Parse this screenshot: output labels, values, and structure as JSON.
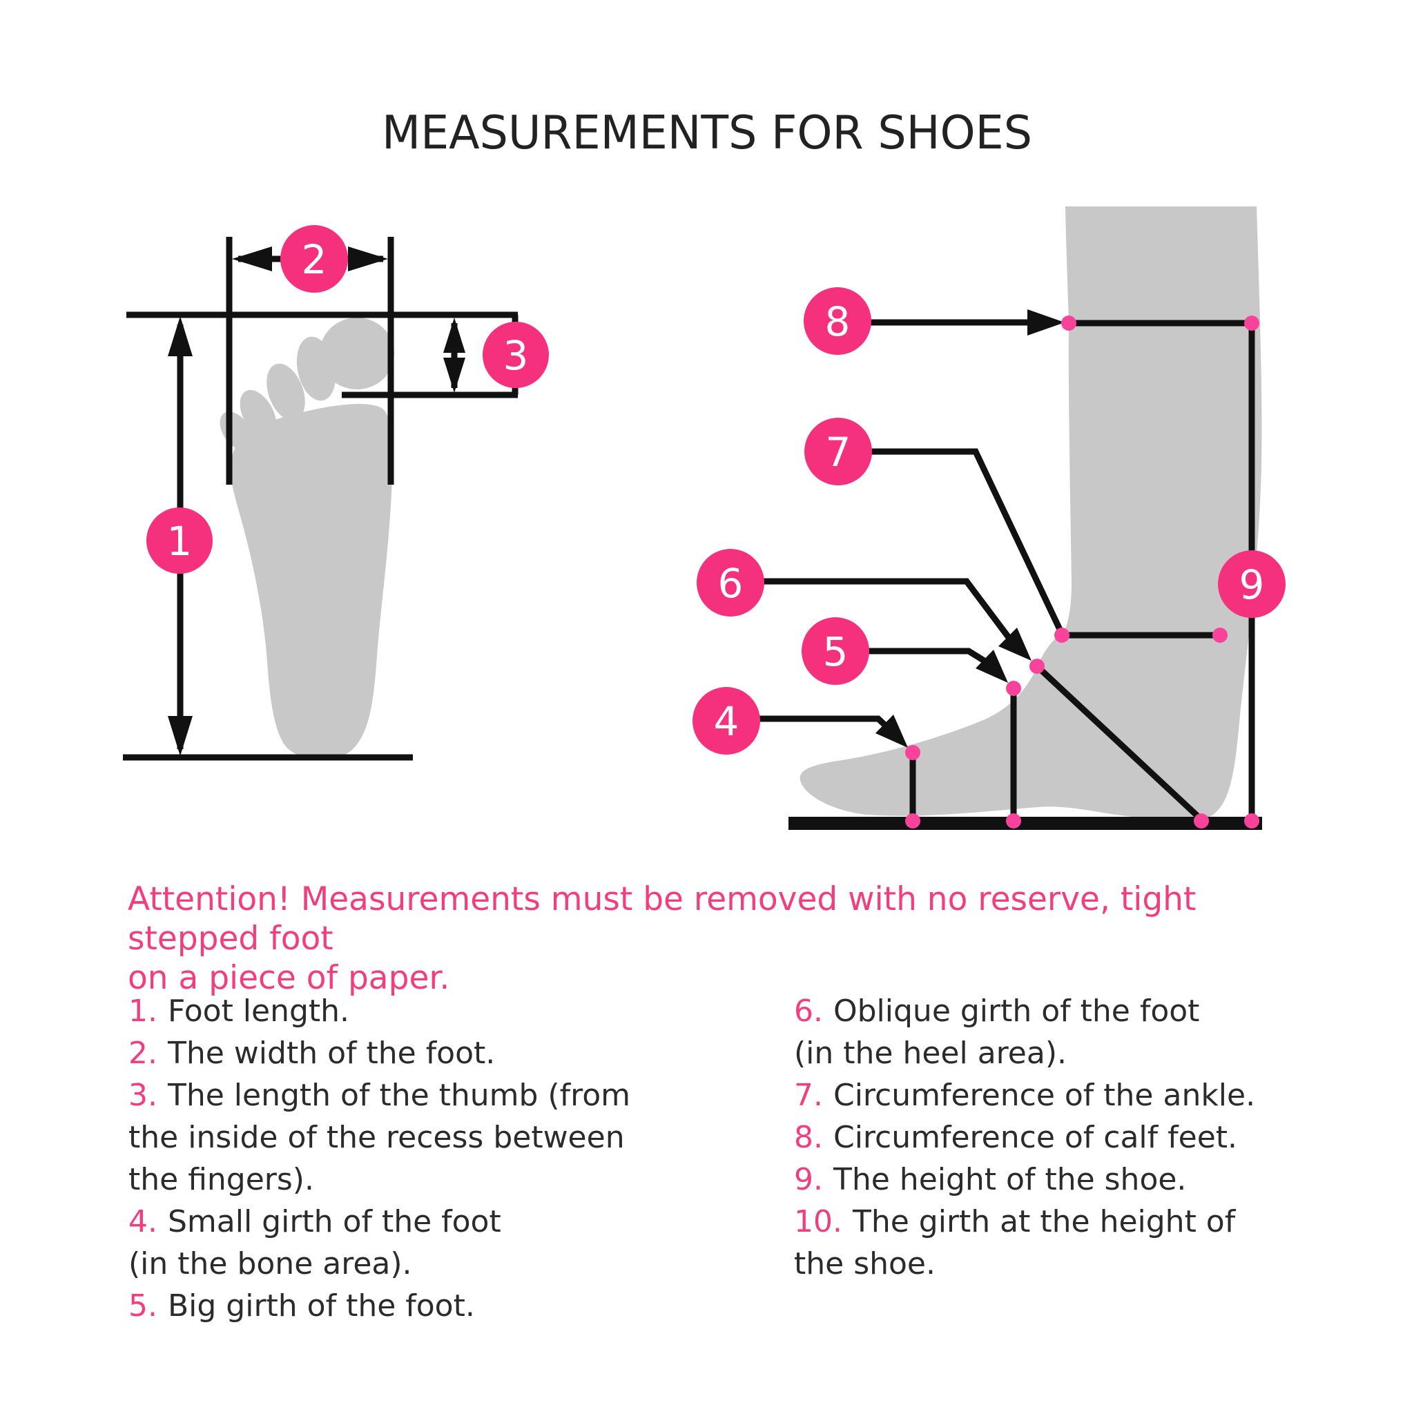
{
  "title": "MEASUREMENTS FOR SHOES",
  "badges": [
    "1",
    "2",
    "3",
    "4",
    "5",
    "6",
    "7",
    "8",
    "9"
  ],
  "attention": {
    "line1": "Attention! Measurements must be removed with no reserve, tight stepped foot",
    "line2": "on a piece of paper."
  },
  "legend": {
    "left": [
      {
        "num": "1.",
        "lines": [
          "Foot length."
        ]
      },
      {
        "num": "2.",
        "lines": [
          "The width of the foot."
        ]
      },
      {
        "num": "3.",
        "lines": [
          "The length of the thumb (from",
          "the inside of the recess between",
          "the fingers)."
        ]
      },
      {
        "num": "4.",
        "lines": [
          "Small girth of the foot",
          "(in the bone area)."
        ]
      },
      {
        "num": "5.",
        "lines": [
          "Big girth of the foot."
        ]
      }
    ],
    "right": [
      {
        "num": "6.",
        "lines": [
          "Oblique girth of the foot",
          "(in the heel area)."
        ]
      },
      {
        "num": "7.",
        "lines": [
          "Circumference of the ankle."
        ]
      },
      {
        "num": "8.",
        "lines": [
          "Circumference of calf feet."
        ]
      },
      {
        "num": "9.",
        "lines": [
          "The height of the shoe."
        ]
      },
      {
        "num": "10.",
        "lines": [
          "The girth at the height of",
          "the shoe."
        ]
      }
    ]
  },
  "colors": {
    "accent_pink": "#F5317E",
    "dot_pink": "#F9439B",
    "silhouette_gray": "#C8C8C8",
    "line_black": "#111111",
    "text_black": "#2B2B2B",
    "attention_pink": "#F23E7E"
  }
}
